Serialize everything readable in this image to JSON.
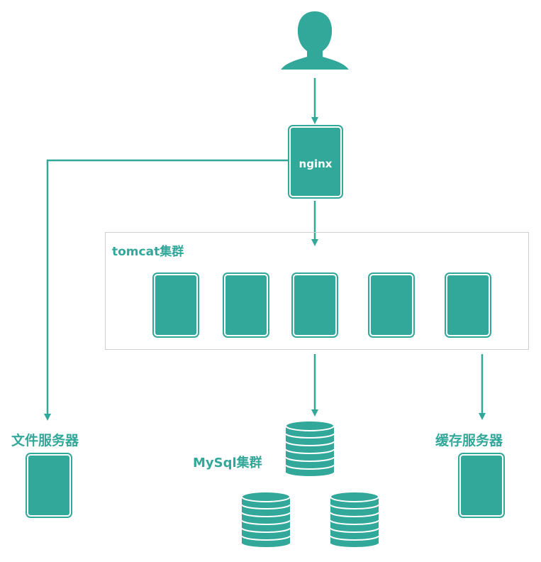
{
  "colors": {
    "accent": "#31a89a",
    "border": "#cfcfcf",
    "background": "#ffffff"
  },
  "icons": {
    "user": "user-icon",
    "database": "database-icon",
    "server": "server-icon"
  },
  "nodes": {
    "nginx": {
      "label": "nginx"
    },
    "tomcat_cluster": {
      "label": "tomcat集群",
      "server_count": 5
    },
    "file_server": {
      "label": "文件服务器"
    },
    "mysql_cluster": {
      "label": "MySql集群",
      "db_count": 3
    },
    "cache_server": {
      "label": "缓存服务器"
    }
  }
}
